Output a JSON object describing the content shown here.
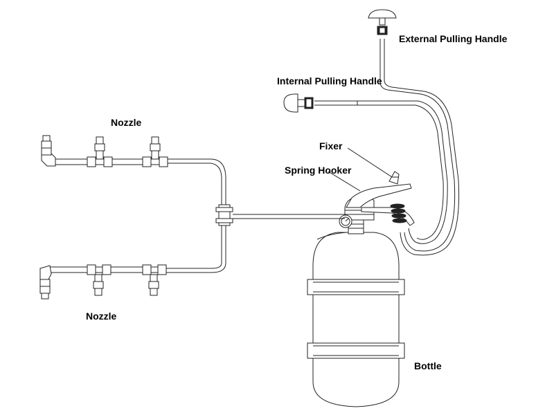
{
  "labels": {
    "external_pulling_handle": "External Pulling Handle",
    "internal_pulling_handle": "Internal Pulling Handle",
    "nozzle_top": "Nozzle",
    "fixer": "Fixer",
    "spring_hooker": "Spring Hooker",
    "nozzle_bottom": "Nozzle",
    "bottle": "Bottle"
  }
}
